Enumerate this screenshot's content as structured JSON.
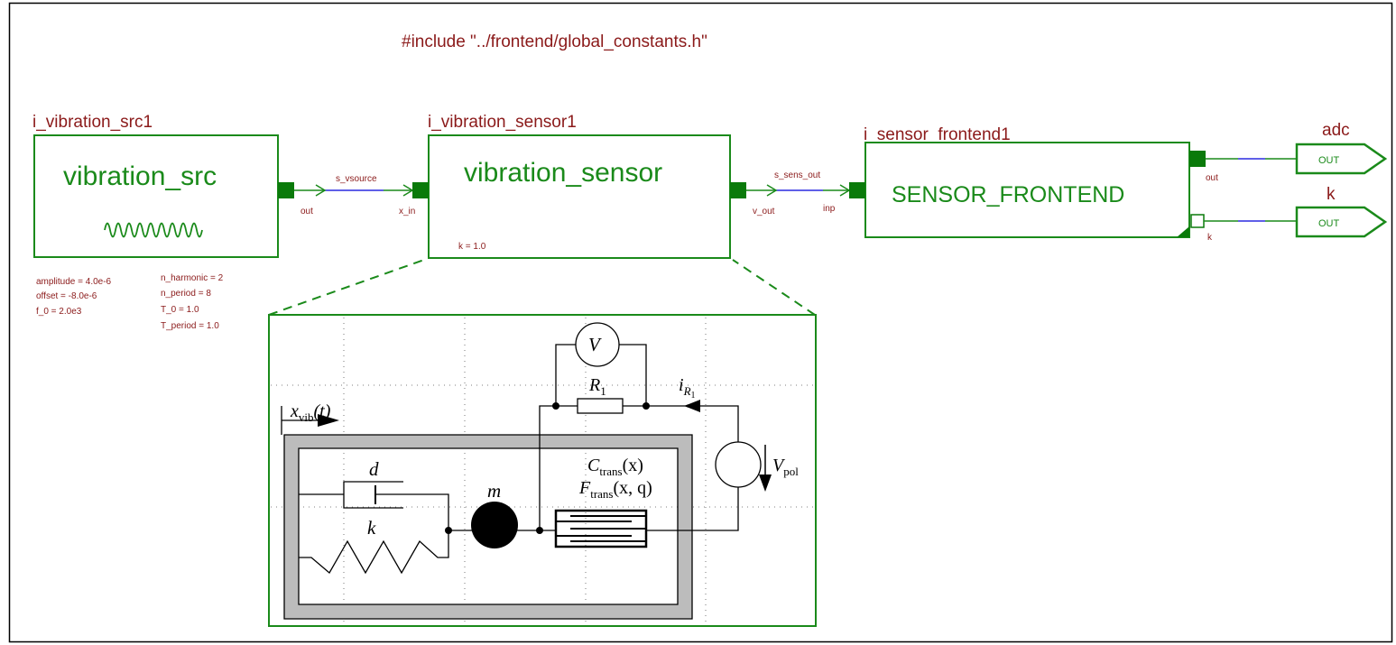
{
  "header": {
    "include_directive": "#include \"../frontend/global_constants.h\""
  },
  "blocks": {
    "src": {
      "instance_name": "i_vibration_src1",
      "type_label": "vibration_src",
      "symbol": "sine-wave-icon",
      "out_pin": "out",
      "params_left": [
        "amplitude = 4.0e-6",
        "offset = -8.0e-6",
        "f_0 = 2.0e3"
      ],
      "params_right": [
        "n_harmonic = 2",
        "n_period = 8",
        "T_0 = 1.0",
        "T_period = 1.0"
      ]
    },
    "sensor": {
      "instance_name": "i_vibration_sensor1",
      "type_label": "vibration_sensor",
      "in_pin": "x_in",
      "out_pin": "v_out",
      "param": "k = 1.0"
    },
    "frontend": {
      "instance_name": "i_sensor_frontend1",
      "type_label": "SENSOR_FRONTEND",
      "in_pin": "inp",
      "out_pin": "out",
      "k_pin": "k"
    }
  },
  "signals": {
    "s_vsource": "s_vsource",
    "s_sens_out": "s_sens_out"
  },
  "ports": [
    {
      "name": "adc",
      "label": "OUT"
    },
    {
      "name": "k",
      "label": "OUT"
    }
  ],
  "detail": {
    "x_vib": "x",
    "x_vib_sub": "vib",
    "x_vib_arg": "(t)",
    "d": "d",
    "k": "k",
    "m": "m",
    "V": "V",
    "R": "R",
    "R_sub": "1",
    "i": "i",
    "i_sub": "R",
    "i_subsub": "1",
    "C": "C",
    "C_sub": "trans",
    "C_arg": "(x)",
    "F": "F",
    "F_sub": "trans",
    "F_arg": "(x, q)",
    "Vpol": "V",
    "Vpol_sub": "pol"
  },
  "colors": {
    "block_stroke": "#1a8a1a",
    "label_red": "#8b1a1a",
    "wire_blue": "#2a2ae0",
    "pin_fill": "#0a7a0a"
  }
}
